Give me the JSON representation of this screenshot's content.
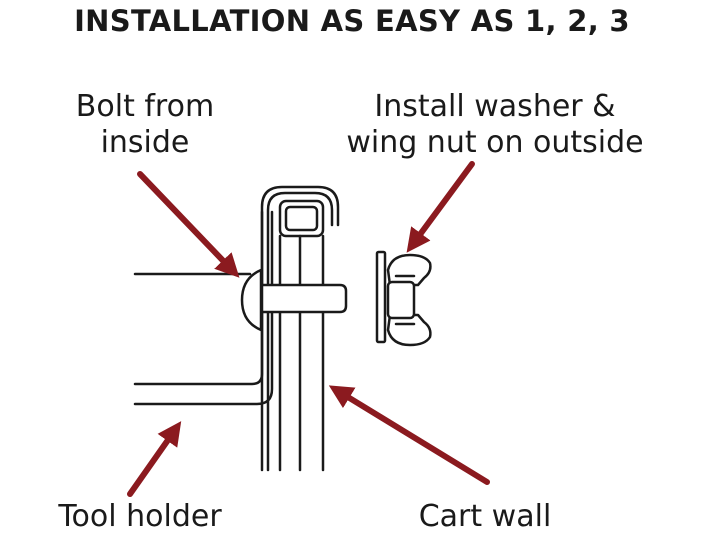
{
  "title": "INSTALLATION AS EASY AS 1, 2, 3",
  "labels": {
    "bolt_line1": "Bolt from",
    "bolt_line2": "inside",
    "washer_line1": "Install washer &",
    "washer_line2": "wing nut on outside",
    "tool_holder": "Tool holder",
    "cart_wall": "Cart wall"
  },
  "colors": {
    "arrow": "#8b1a1f",
    "line": "#1a1a1a",
    "background": "#ffffff"
  }
}
